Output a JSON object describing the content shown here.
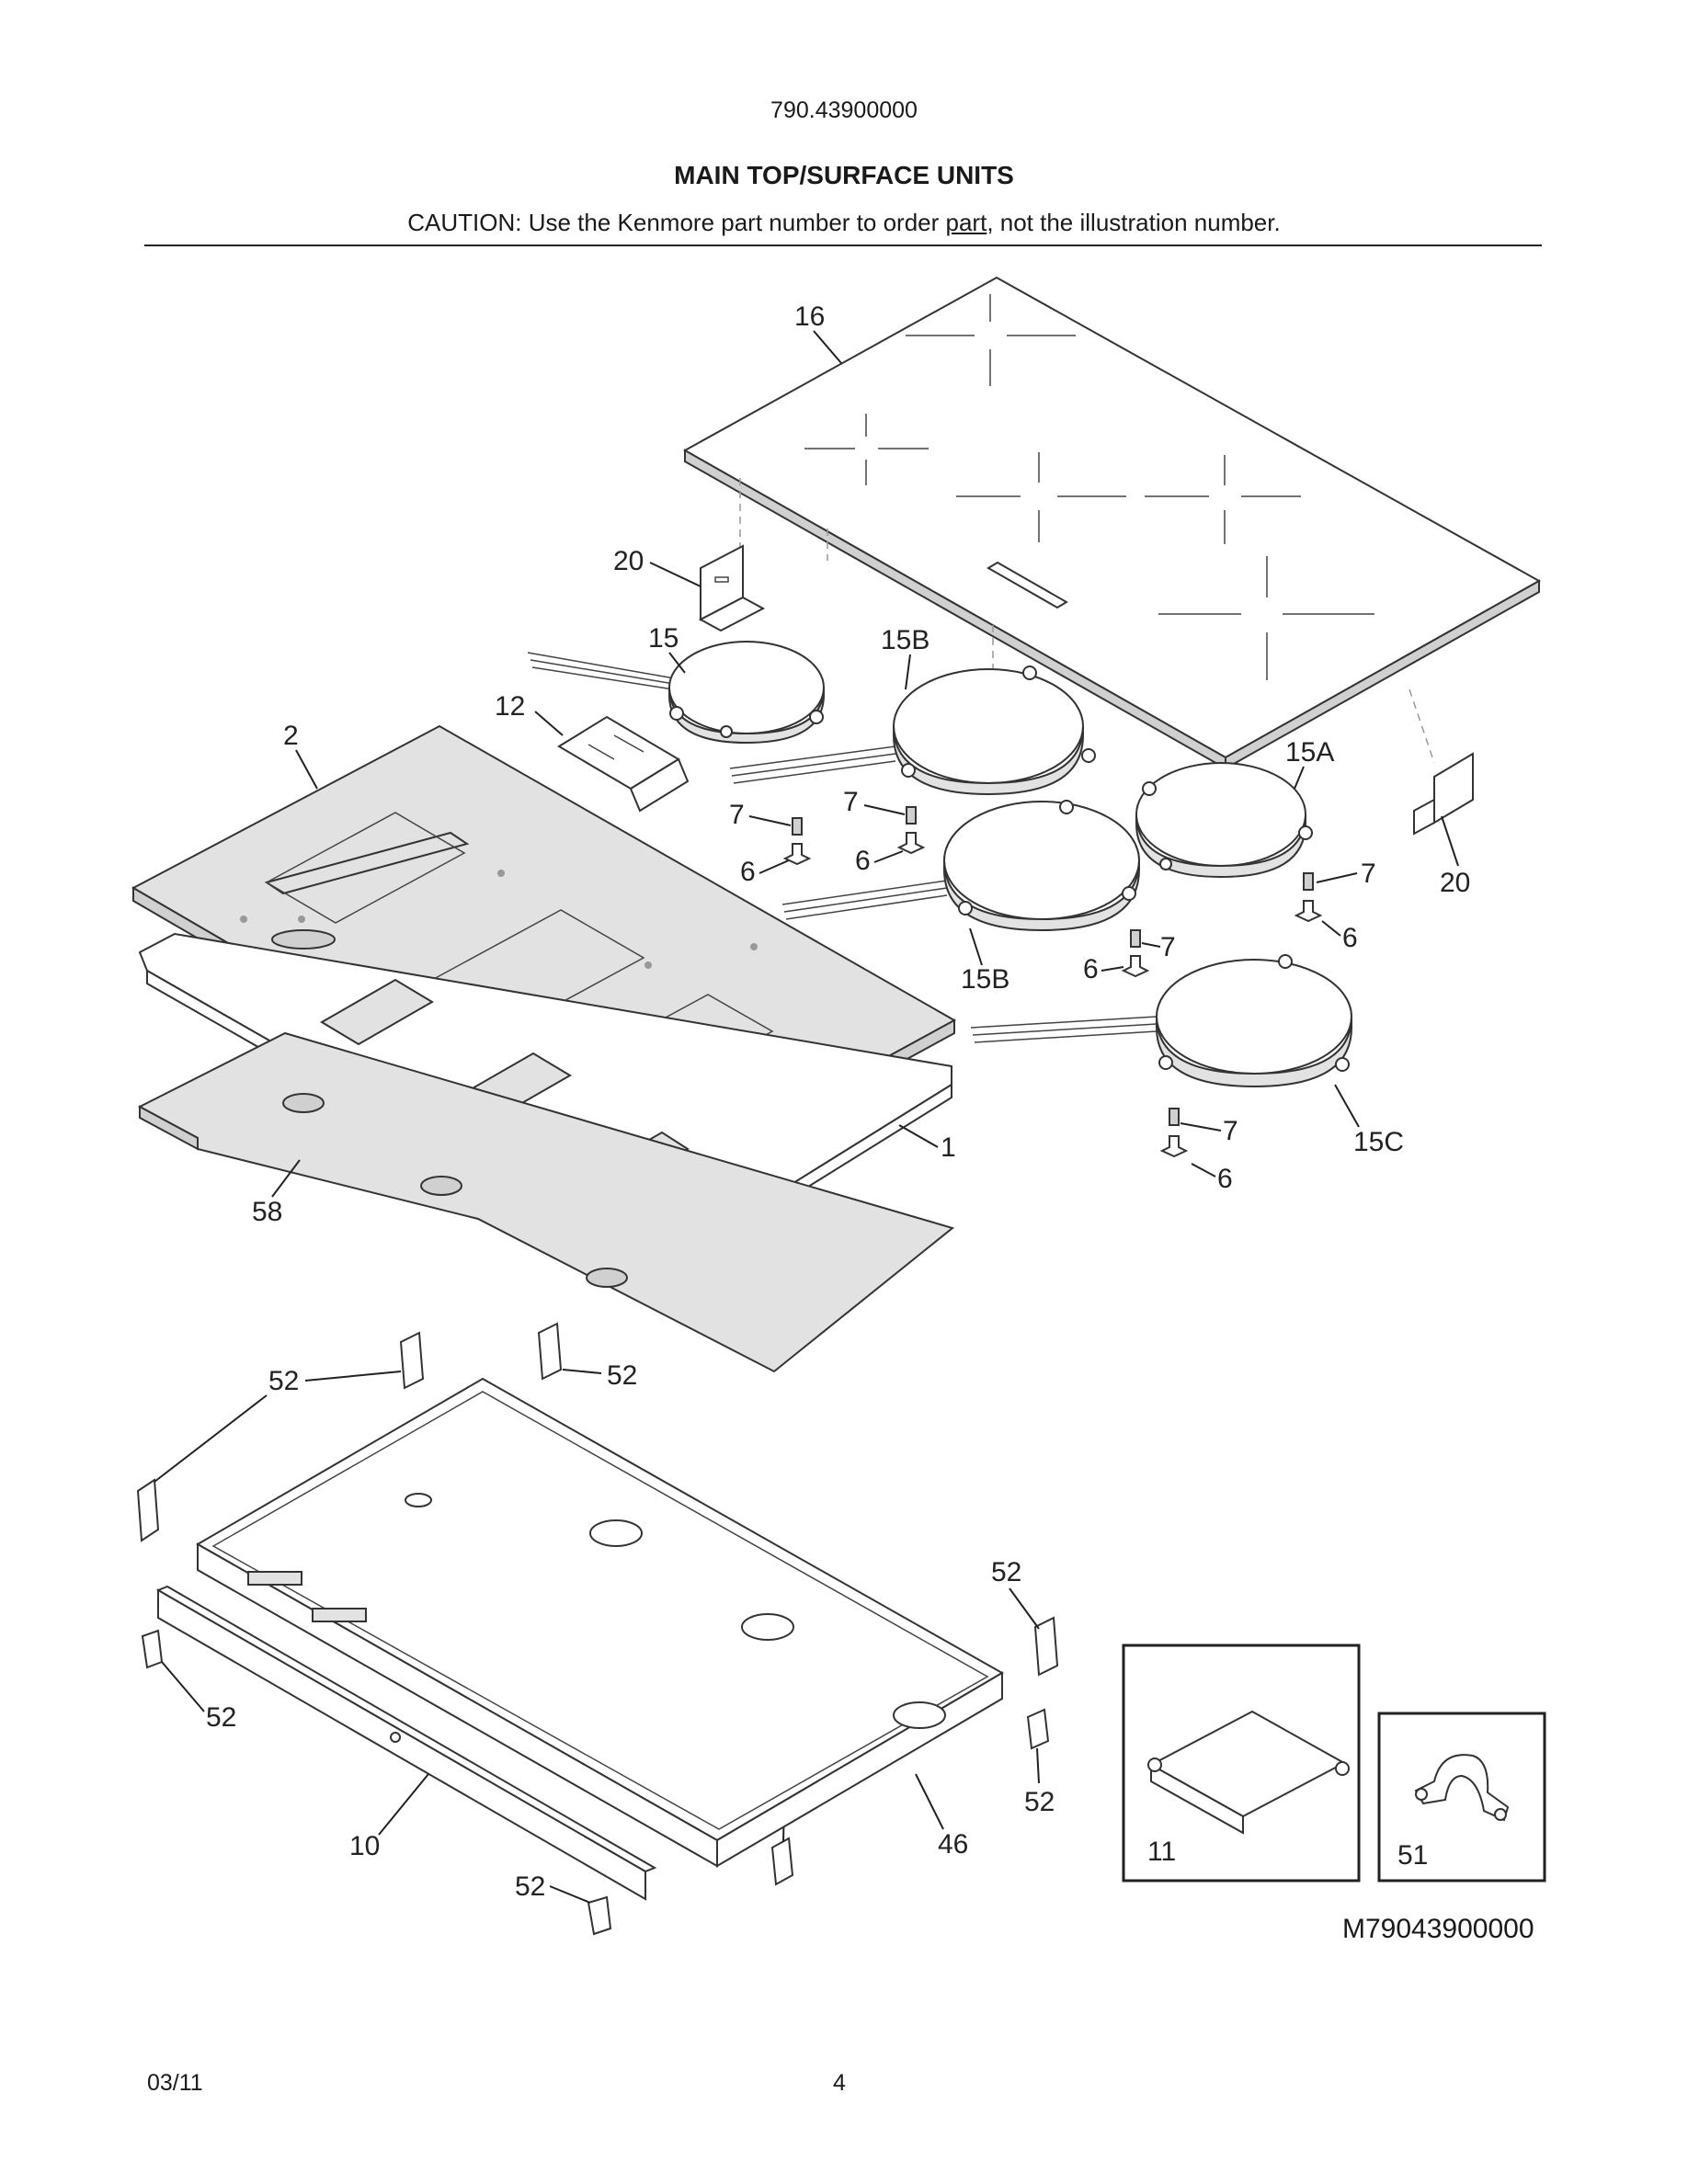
{
  "header": {
    "model_number": "790.43900000",
    "title": "MAIN TOP/SURFACE UNITS",
    "caution_prefix": "CAUTION: Use the Kenmore part number to order ",
    "caution_underlined": "part",
    "caution_suffix": ", not the illustration number."
  },
  "callouts": {
    "c16": "16",
    "c20a": "20",
    "c20b": "20",
    "c15": "15",
    "c15b_top": "15B",
    "c15a": "15A",
    "c12": "12",
    "c2": "2",
    "c7a": "7",
    "c7b": "7",
    "c7c": "7",
    "c7d": "7",
    "c7e": "7",
    "c6a": "6",
    "c6b": "6",
    "c6c": "6",
    "c6d": "6",
    "c6e": "6",
    "c15b_bot": "15B",
    "c15c": "15C",
    "c1": "1",
    "c58": "58",
    "c52a": "52",
    "c52b": "52",
    "c52c": "52",
    "c52d": "52",
    "c52e": "52",
    "c52f": "52",
    "c52g": "52",
    "c10": "10",
    "c46": "46",
    "c11": "11",
    "c51": "51"
  },
  "diagram_code": "M79043900000",
  "footer": {
    "date": "03/11",
    "page": "4"
  }
}
